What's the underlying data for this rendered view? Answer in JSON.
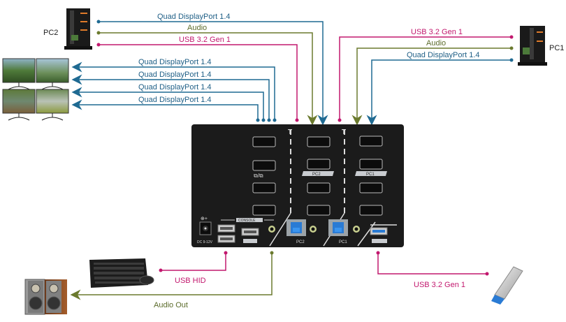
{
  "colors": {
    "displayport": "#1f6a92",
    "audio": "#6b7a2e",
    "usb": "#c2186e",
    "device_body": "#1b1b1b",
    "port_label": "#c9ccd0"
  },
  "pc2": {
    "label": "PC2",
    "connections": [
      {
        "label": "Quad DisplayPort 1.4",
        "type": "displayport"
      },
      {
        "label": "Audio",
        "type": "audio"
      },
      {
        "label": "USB 3.2 Gen 1",
        "type": "usb"
      }
    ]
  },
  "pc1": {
    "label": "PC1",
    "connections": [
      {
        "label": "USB 3.2 Gen 1",
        "type": "usb"
      },
      {
        "label": "Audio",
        "type": "audio"
      },
      {
        "label": "Quad DisplayPort 1.4",
        "type": "displayport"
      }
    ]
  },
  "monitors": {
    "connections": [
      {
        "label": "Quad DisplayPort 1.4"
      },
      {
        "label": "Quad DisplayPort 1.4"
      },
      {
        "label": "Quad DisplayPort 1.4"
      },
      {
        "label": "Quad DisplayPort 1.4"
      }
    ]
  },
  "device": {
    "console_label": "CONSOLE",
    "pc2_label": "PC2",
    "pc1_label": "PC1",
    "dc_label": "DC 9-12V",
    "monitor_icon_label": "⧉/⧉"
  },
  "peripherals": {
    "usb_hid": "USB HID",
    "audio_out": "Audio Out",
    "usb_storage": "USB 3.2 Gen 1"
  }
}
